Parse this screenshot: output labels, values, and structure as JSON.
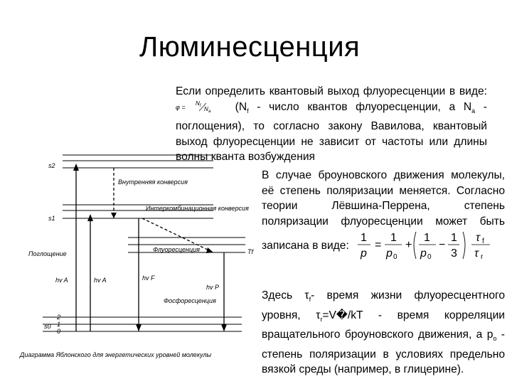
{
  "slide": {
    "title": "Люминесценция",
    "p1_before": "Если определить квантовый выход флуоресценции в виде:",
    "p1_after": "(N",
    "p1_sub_f": "f",
    "p1_rest": " - число квантов флуоресценции, а N",
    "p1_sub_a": "a",
    "p1_rest2": " - поглощения), то согласно закону Вавилова, квантовый выход флуоресценции не зависит от частоты или длины волны кванта возбуждения",
    "p2_text": "В случае броуновского движения молекулы, её степень поляризации меняется. Согласно теории Лёвшина-Перрена, степень поляризации флуоресценции может быть записана в виде:",
    "p3_text_a": "Здесь τ",
    "p3_sub_f": "f",
    "p3_text_b": "- время жизни флуоресцентного уровня, τ",
    "p3_sub_r": "r",
    "p3_text_c": "=V�/kT - время корреляции вращательного броуновского движения, а p",
    "p3_sub_0": "o",
    "p3_text_d": " - степень поляризации в условиях предельно вязкой среды (например, в глицерине)."
  },
  "formula_inline": {
    "lhs": "φ =",
    "num": "N",
    "num_sub": "f",
    "den": "N",
    "den_sub": "a"
  },
  "formula_main": {
    "t1_num": "1",
    "t1_den": "p",
    "eq": "=",
    "t2_num": "1",
    "t2_den": "p",
    "t2_den_sub": "0",
    "plus": "+",
    "t3a_num": "1",
    "t3a_den": "p",
    "t3a_den_sub": "0",
    "minus": "−",
    "t3b_num": "1",
    "t3b_den": "3",
    "t4_num": "τ",
    "t4_num_sub": "f",
    "t4_den": "τ",
    "t4_den_sub": "r"
  },
  "diagram": {
    "caption": "Диаграмма Яблонского для энергетических уровней молекулы",
    "label_s2": "s2",
    "label_s1": "s1",
    "label_s0": "s0",
    "label_tf": "Tf",
    "label_inner": "Внутренняя конверсия",
    "label_inter": "Интеркомбинационная конверсия",
    "label_absorb": "Поглощение",
    "label_fluor": "Флуоресценция",
    "label_phos": "Фосфоресценция",
    "label_hva": "hv A",
    "label_hva2": "hv A",
    "label_hvf": "hv F",
    "label_hvp": "hv P",
    "label_v2": "2",
    "label_v1": "1",
    "label_v0": "0"
  }
}
